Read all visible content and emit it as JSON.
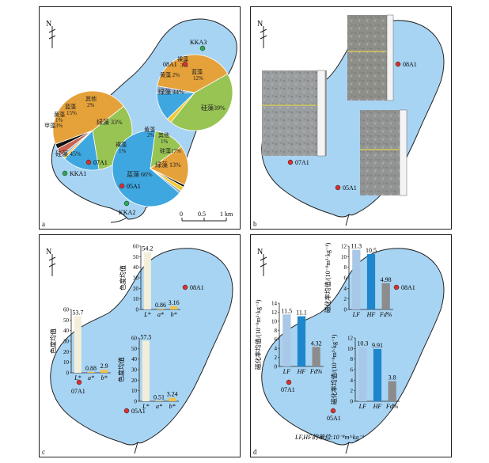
{
  "colors": {
    "lake": "#a8d4f3",
    "lake_stroke": "#222222",
    "diatom": "#e5a13a",
    "green_algae": "#98c454",
    "blue_algae": "#3fa7e0",
    "yellow_algae": "#f2c930",
    "cryptophyte": "#8aa9c7",
    "dinoflag": "#c86450",
    "other": "#111111",
    "site_red": "#d9302c",
    "site_green": "#2ca84e",
    "bar_L": "#f2eed9",
    "bar_b": "#f3c04a",
    "bar_LF": "#a9c8e8",
    "bar_HF": "#1d86cc",
    "bar_Fd": "#8c8c8c"
  },
  "panels": {
    "a": {
      "label": "a",
      "north": "N",
      "scale": {
        "t0": "0",
        "t1": "0.5",
        "t2": "1 km"
      },
      "sites": {
        "kka3": "KKA3",
        "a08": "08A1",
        "a07": "07A1",
        "kka1": "KKA1",
        "a05": "05A1",
        "kka2": "KKA2"
      },
      "pie_left": {
        "slices": [
          {
            "name": "硅藻",
            "pct": 45,
            "color": "#e5a13a"
          },
          {
            "name": "绿藻",
            "pct": 33,
            "color": "#98c454"
          },
          {
            "name": "蓝藻",
            "pct": 15,
            "color": "#3fa7e0"
          },
          {
            "name": "黄藻",
            "pct": 1,
            "color": "#f2c930"
          },
          {
            "name": "裸藻",
            "pct": 1,
            "color": "#8aa9c7"
          },
          {
            "name": "甲藻",
            "pct": 3,
            "color": "#c86450"
          },
          {
            "name": "其他",
            "pct": 2,
            "color": "#111111"
          }
        ],
        "labels": {
          "diatom": "硅藻 45%",
          "green": "绿藻 33%",
          "blue1": "蓝藻",
          "blue2": "15%",
          "other1": "其他",
          "other2": "2%",
          "y1": "黄藻",
          "y2": "1%",
          "jia": "甲藻3%"
        }
      },
      "pie_top": {
        "slices": [
          {
            "name": "硅藻",
            "pct": 39,
            "color": "#e5a13a"
          },
          {
            "name": "绿藻",
            "pct": 44,
            "color": "#98c454"
          },
          {
            "name": "黄藻",
            "pct": 2,
            "color": "#f2c930"
          },
          {
            "name": "蓝藻",
            "pct": 12,
            "color": "#3fa7e0"
          },
          {
            "name": "裸藻",
            "pct": 3,
            "color": "#8aa9c7"
          }
        ],
        "labels": {
          "diatom": "硅藻39%",
          "green": "绿藻 44%",
          "yellow": "黄藻 2%",
          "b1": "蓝藻",
          "b2": "12%",
          "e1": "裸藻",
          "e2": "3%"
        }
      },
      "pie_bottom": {
        "slices": [
          {
            "name": "蓝藻",
            "pct": 66,
            "color": "#3fa7e0"
          },
          {
            "name": "绿藻",
            "pct": 13,
            "color": "#98c454"
          },
          {
            "name": "硅藻",
            "pct": 17,
            "color": "#e5a13a"
          },
          {
            "name": "其他",
            "pct": 1,
            "color": "#111111"
          },
          {
            "name": "黄藻",
            "pct": 2,
            "color": "#f2c930"
          },
          {
            "name": "裸藻",
            "pct": 1,
            "color": "#8aa9c7"
          }
        ],
        "labels": {
          "blue": "蓝藻 66%",
          "green": "绿藻 13%",
          "diatom": "硅藻17%",
          "o1": "其他",
          "o2": "1%",
          "y1": "黄藻",
          "y2": "2%",
          "e1": "裸藻",
          "e2": "1%"
        }
      }
    },
    "b": {
      "label": "b",
      "north": "N",
      "sites": {
        "a08": "08A1",
        "a07": "07A1",
        "a05": "05A1"
      }
    },
    "c": {
      "label": "c",
      "north": "N",
      "ylabel": "色度均值",
      "yticks": [
        "0",
        "10",
        "20",
        "30",
        "40",
        "50",
        "60"
      ],
      "cats": [
        "L*",
        "a*",
        "b*"
      ],
      "sites": {
        "a08": "08A1",
        "a07": "07A1",
        "a05": "05A1"
      }
    },
    "d": {
      "label": "d",
      "north": "N",
      "ylabel": "磁化率均值/(10⁻⁸m³·kg⁻¹)",
      "cats": [
        "LF",
        "HF",
        "Fd%"
      ],
      "unit_note": "LF,HF的单位:10⁻⁸m³·kg⁻¹",
      "sites": {
        "a08": "08A1",
        "a07": "07A1",
        "a05": "05A1"
      }
    }
  },
  "chart_data": [
    {
      "type": "bar",
      "site": "08A1",
      "ylabel": "色度均值",
      "categories": [
        "L*",
        "a*",
        "b*"
      ],
      "values": [
        54.2,
        0.86,
        3.16
      ],
      "ylim": [
        0,
        60
      ]
    },
    {
      "type": "bar",
      "site": "07A1",
      "ylabel": "色度均值",
      "categories": [
        "L*",
        "a*",
        "b*"
      ],
      "values": [
        53.7,
        0.88,
        2.9
      ],
      "ylim": [
        0,
        60
      ]
    },
    {
      "type": "bar",
      "site": "05A1",
      "ylabel": "色度均值",
      "categories": [
        "L*",
        "a*",
        "b*"
      ],
      "values": [
        57.5,
        0.51,
        3.24
      ],
      "ylim": [
        0,
        60
      ]
    },
    {
      "type": "bar",
      "site": "08A1",
      "ylabel": "磁化率均值/(10⁻⁸m³·kg⁻¹)",
      "categories": [
        "LF",
        "HF",
        "Fd%"
      ],
      "values": [
        11.3,
        10.5,
        4.98
      ],
      "ylim": [
        0,
        12
      ]
    },
    {
      "type": "bar",
      "site": "07A1",
      "ylabel": "磁化率均值/(10⁻⁸m³·kg⁻¹)",
      "categories": [
        "LF",
        "HF",
        "Fd%"
      ],
      "values": [
        11.5,
        11.1,
        4.32
      ],
      "ylim": [
        0,
        14
      ]
    },
    {
      "type": "bar",
      "site": "05A1",
      "ylabel": "磁化率均值/(10⁻⁸m³·kg⁻¹)",
      "categories": [
        "LF",
        "HF",
        "Fd%"
      ],
      "values": [
        10.3,
        9.91,
        3.8
      ],
      "ylim": [
        0,
        12
      ]
    }
  ]
}
